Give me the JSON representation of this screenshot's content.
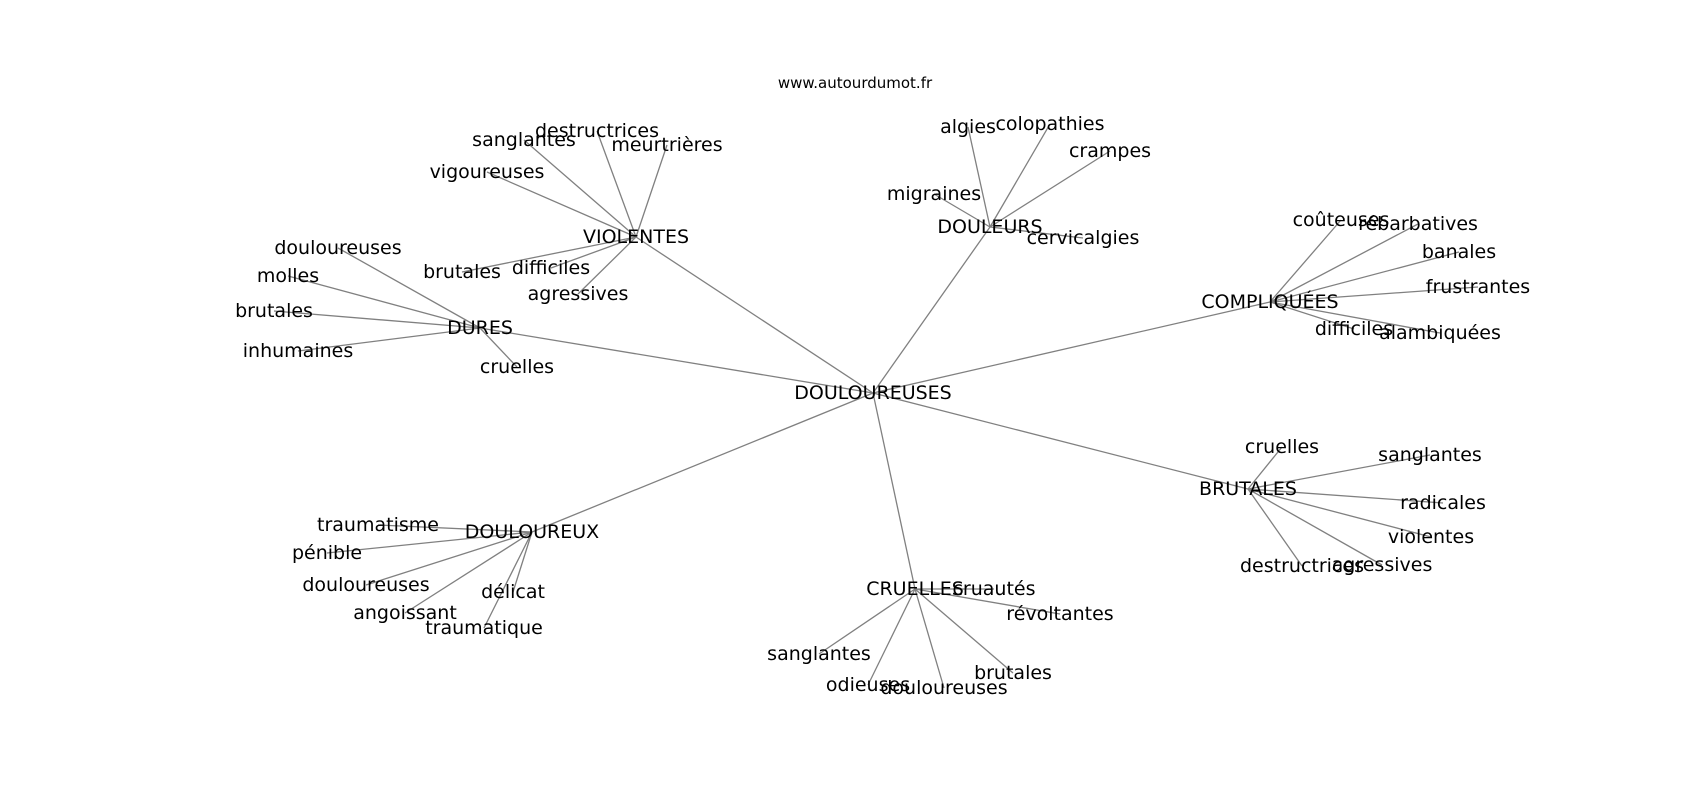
{
  "site": "www.autourdumot.fr",
  "colors": {
    "edge": "#808080",
    "text": "#000000",
    "background": "#ffffff"
  },
  "center": {
    "label": "DOULOUREUSES"
  },
  "hubs": [
    {
      "label": "VIOLENTES",
      "leaves": [
        "sanglantes",
        "destructrices",
        "meurtrières",
        "vigoureuses",
        "difficiles",
        "agressives",
        "brutales"
      ]
    },
    {
      "label": "DOULEURS",
      "leaves": [
        "algies",
        "colopathies",
        "crampes",
        "migraines",
        "cervicalgies"
      ]
    },
    {
      "label": "DURES",
      "leaves": [
        "douloureuses",
        "molles",
        "brutales",
        "inhumaines",
        "cruelles"
      ]
    },
    {
      "label": "COMPLIQUÉES",
      "leaves": [
        "coûteuses",
        "rébarbatives",
        "banales",
        "frustrantes",
        "difficiles",
        "alambiquées"
      ]
    },
    {
      "label": "BRUTALES",
      "leaves": [
        "cruelles",
        "sanglantes",
        "radicales",
        "violentes",
        "destructrices",
        "agressives"
      ]
    },
    {
      "label": "DOULOUREUX",
      "leaves": [
        "traumatisme",
        "pénible",
        "douloureuses",
        "angoissant",
        "délicat",
        "traumatique"
      ]
    },
    {
      "label": "CRUELLES",
      "leaves": [
        "cruautés",
        "révoltantes",
        "sanglantes",
        "odieuses",
        "douloureuses",
        "brutales"
      ]
    }
  ]
}
